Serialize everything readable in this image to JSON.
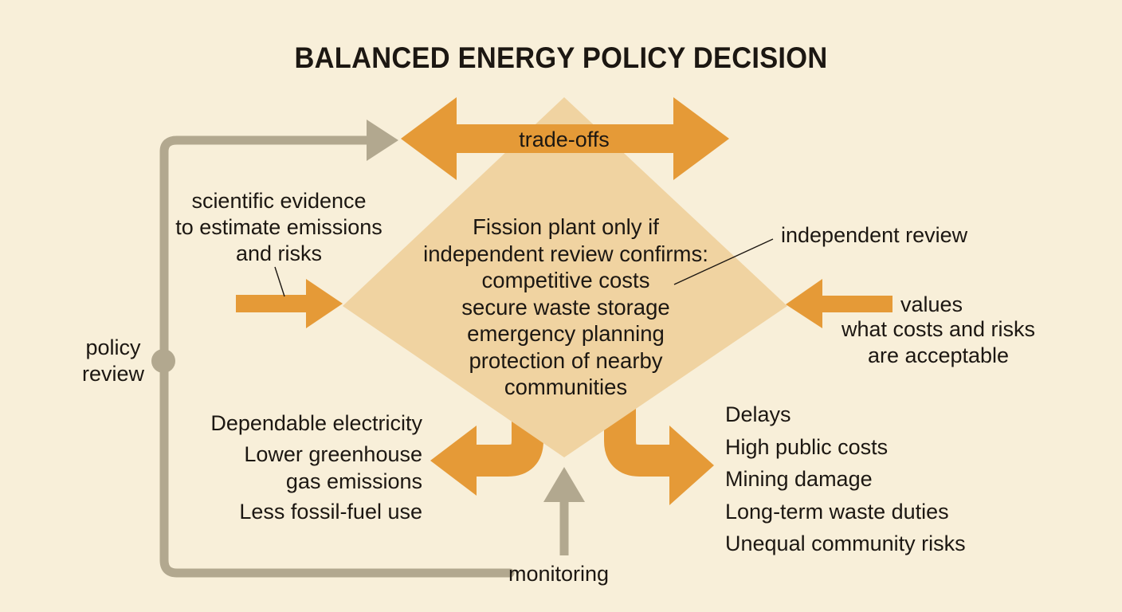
{
  "title": "BALANCED ENERGY POLICY DECISION",
  "tradeoffs_label": "trade-offs",
  "decision": {
    "lines": [
      "Fission plant only if",
      "independent review confirms:",
      "competitive costs",
      "secure waste storage",
      "emergency planning",
      "protection of nearby",
      "communities"
    ]
  },
  "evidence": {
    "lines": [
      "scientific evidence",
      "to estimate emissions",
      "and risks"
    ]
  },
  "independent_review_label": "independent review",
  "values": {
    "label": "values",
    "lines": [
      "what costs and risks",
      "are acceptable"
    ]
  },
  "policy_review": {
    "lines": [
      "policy",
      "review"
    ]
  },
  "benefits": {
    "items": [
      "Dependable electricity",
      "Lower greenhouse",
      "gas emissions",
      "Less fossil-fuel use"
    ]
  },
  "costs": {
    "items": [
      "Delays",
      "High public costs",
      "Mining damage",
      "Long-term waste duties",
      "Unequal community risks"
    ]
  },
  "monitoring_label": "monitoring",
  "colors": {
    "background": "#f8efd9",
    "orange": "#e59a37",
    "diamond": "#f0d3a1",
    "loop": "#b2a88f",
    "text": "#1c1712"
  }
}
